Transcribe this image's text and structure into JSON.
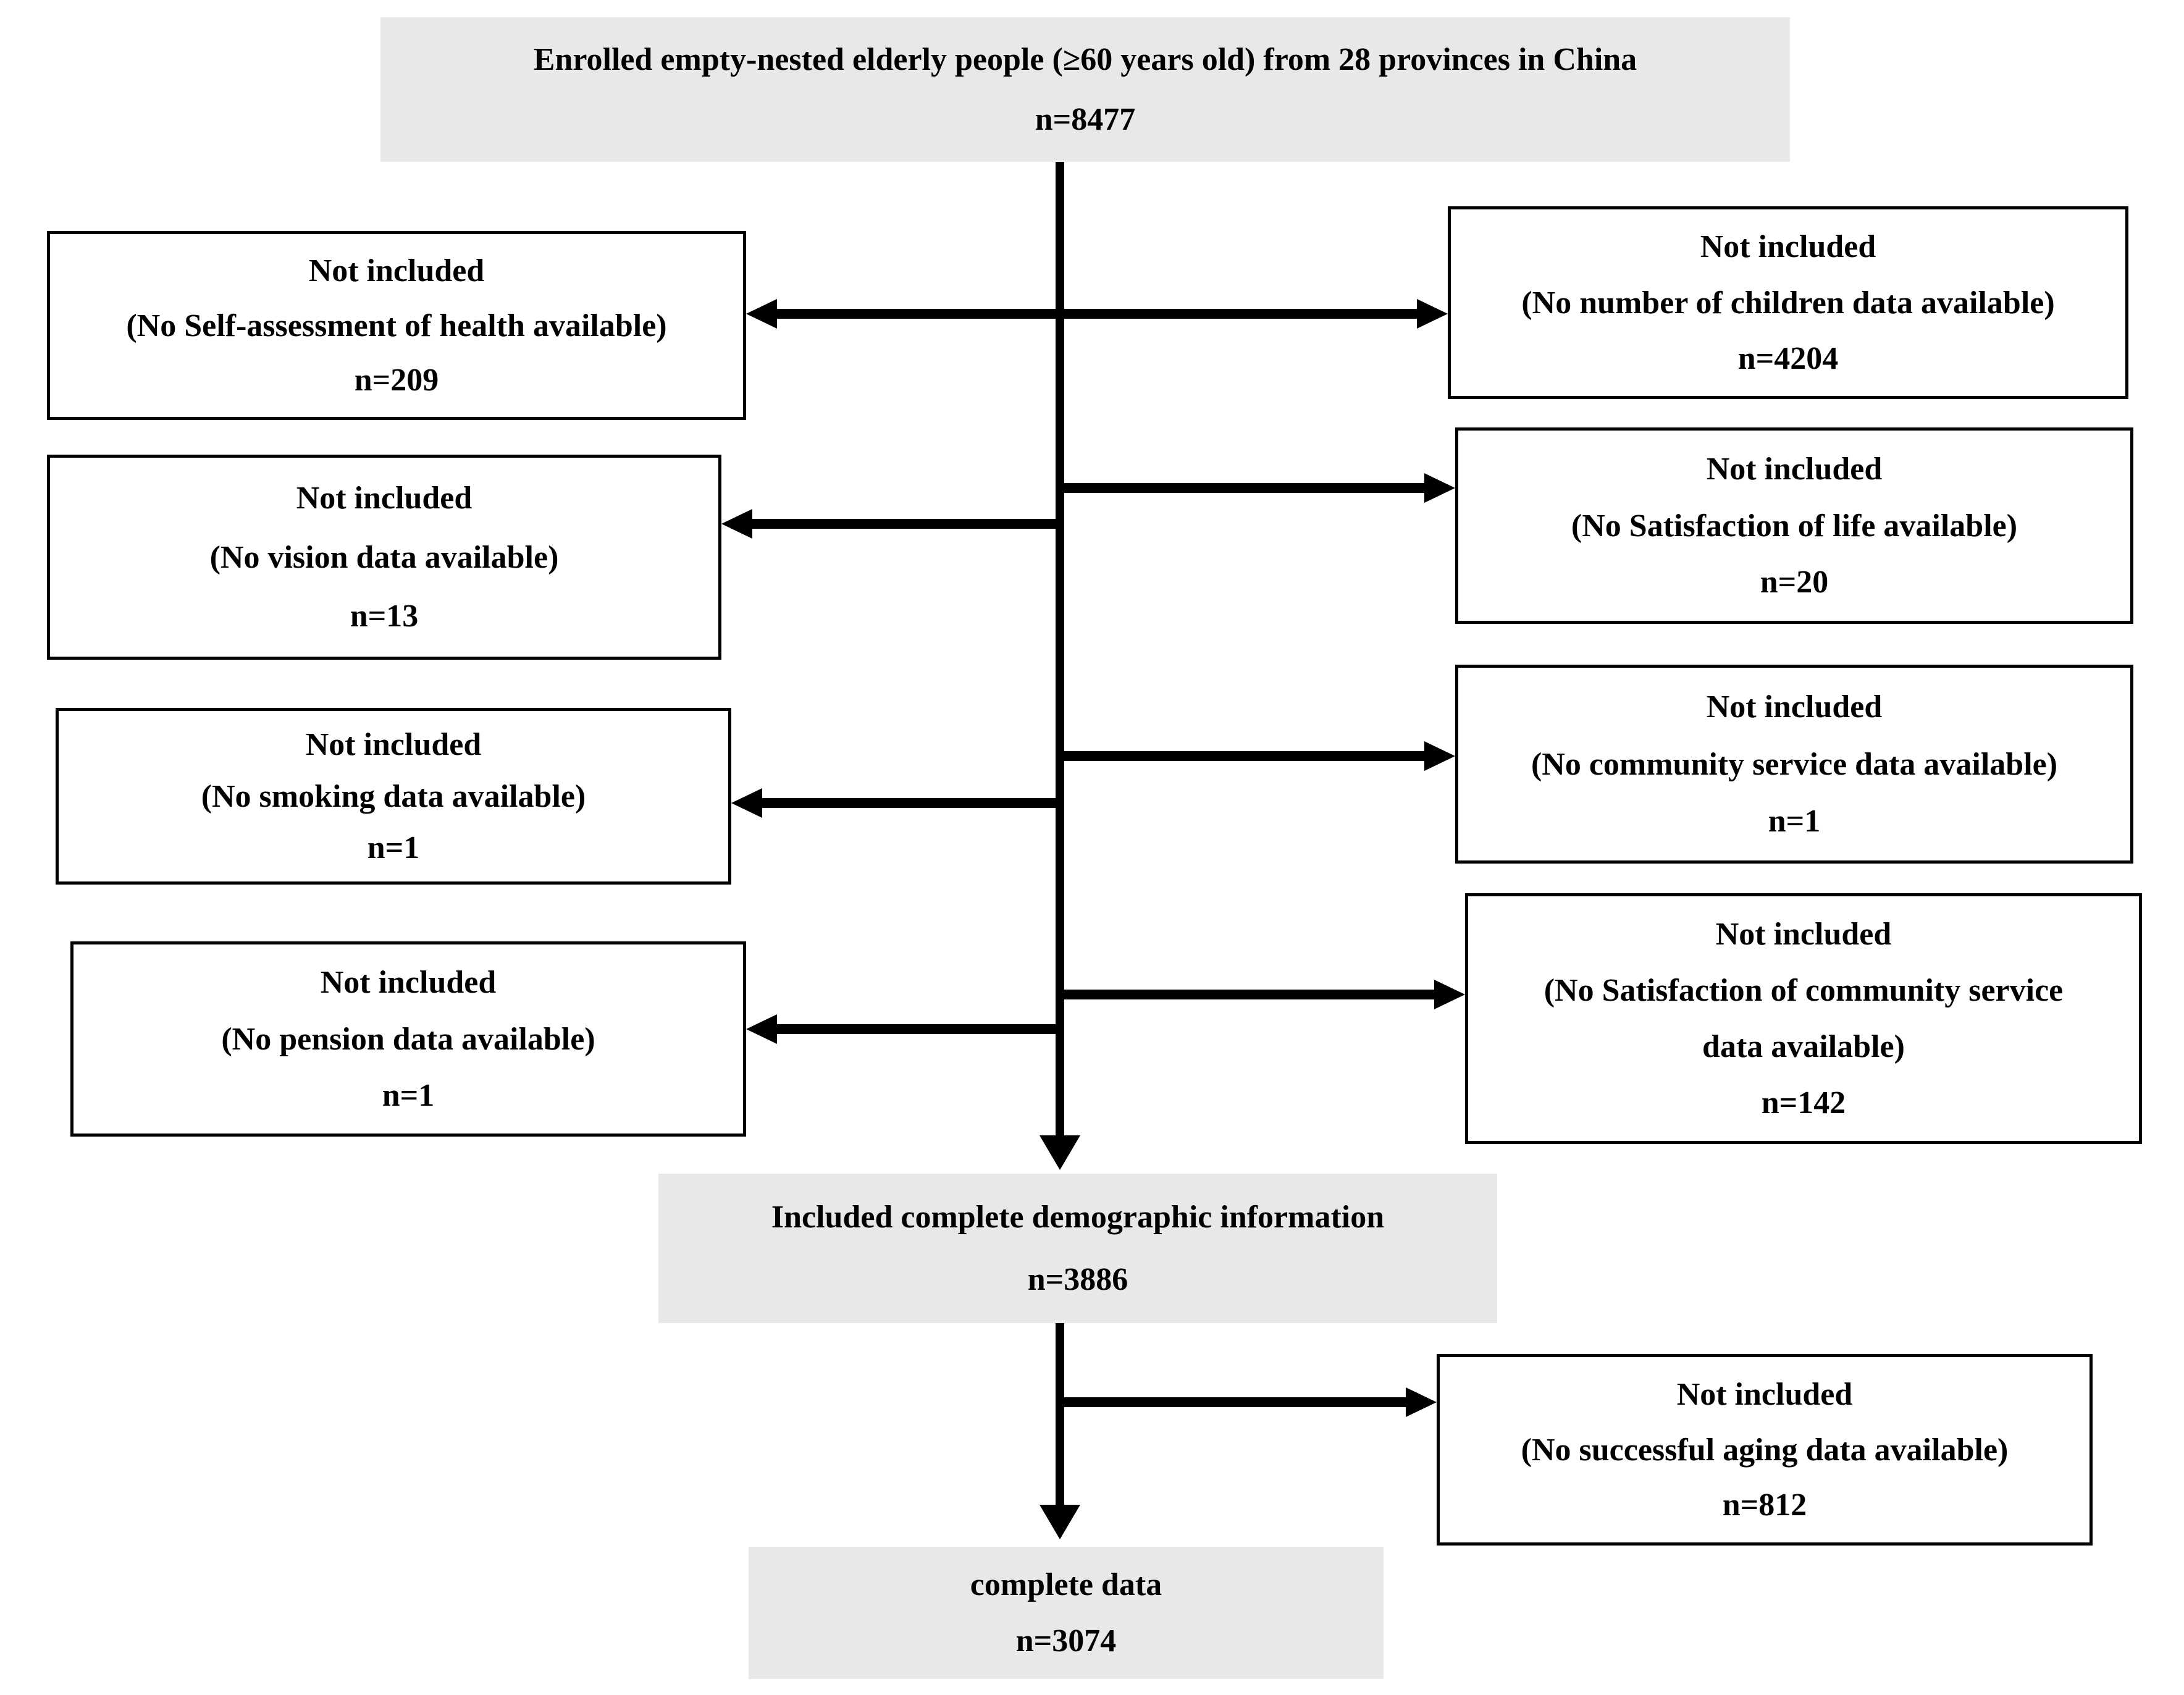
{
  "colors": {
    "background": "#ffffff",
    "shaded_box_fill": "#e8e8e8",
    "box_border": "#000000",
    "arrow": "#000000",
    "text": "#000000"
  },
  "flow": {
    "enrolled": {
      "text": "Enrolled empty-nested elderly people (≥60 years old) from 28 provinces in China",
      "n": "n=8477"
    },
    "excluded_left": [
      {
        "title": "Not included",
        "reason": "(No Self-assessment of health available)",
        "n": "n=209"
      },
      {
        "title": "Not included",
        "reason": "(No vision data available)",
        "n": "n=13"
      },
      {
        "title": "Not included",
        "reason": "(No smoking data available)",
        "n": "n=1"
      },
      {
        "title": "Not included",
        "reason": "(No pension data available)",
        "n": "n=1"
      }
    ],
    "excluded_right": [
      {
        "title": "Not included",
        "reason": "(No number of children data available)",
        "n": "n=4204"
      },
      {
        "title": "Not included",
        "reason": "(No Satisfaction of life available)",
        "n": "n=20"
      },
      {
        "title": "Not included",
        "reason": "(No community service data available)",
        "n": "n=1"
      },
      {
        "title": "Not included",
        "reason_line1": "(No Satisfaction of community service",
        "reason_line2": "data available)",
        "n": "n=142"
      },
      {
        "title": "Not included",
        "reason": "(No successful aging data available)",
        "n": "n=812"
      }
    ],
    "demographic": {
      "text": "Included complete demographic information",
      "n": "n=3886"
    },
    "complete": {
      "text": "complete data",
      "n": "n=3074"
    }
  }
}
